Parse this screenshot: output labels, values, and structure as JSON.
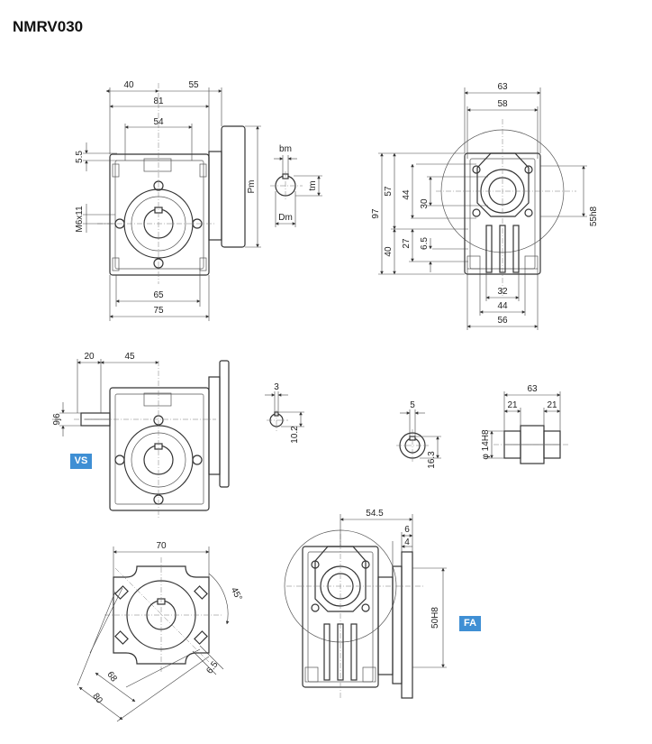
{
  "title": "NMRV030",
  "badges": {
    "vs": "VS",
    "fa": "FA"
  },
  "colors": {
    "badge": "#3f8fd4",
    "line": "#333333",
    "background": "#ffffff"
  },
  "dims": {
    "front": {
      "d40": "40",
      "d55": "55",
      "d81": "81",
      "d54": "54",
      "d5_5": "5.5",
      "m6x11": "M6x11",
      "pm": "Pm",
      "d65": "65",
      "d75": "75"
    },
    "shaft": {
      "bm": "bm",
      "tm": "tm",
      "dm": "Dm"
    },
    "side": {
      "d63": "63",
      "d58": "58",
      "d97": "97",
      "d57": "57",
      "d44v": "44",
      "d30": "30",
      "d40": "40",
      "d27": "27",
      "d6_5": "6.5",
      "d55h8": "55h8",
      "d32": "32",
      "d44": "44",
      "d56": "56"
    },
    "vs": {
      "d20": "20",
      "d45": "45",
      "d9j6": "9j6"
    },
    "key1": {
      "d3": "3",
      "d10_2": "10.2"
    },
    "key2": {
      "d5": "5",
      "d16_3": "16.3"
    },
    "hollow": {
      "d63": "63",
      "d21a": "21",
      "d21b": "21",
      "d14h8": "φ 14H8"
    },
    "flange": {
      "d70": "70",
      "d45deg": "45°",
      "d68": "68",
      "d80": "80",
      "d6_5": "6.5"
    },
    "fa": {
      "d54_5": "54.5",
      "d6": "6",
      "d4": "4",
      "d50h8": "50H8"
    }
  }
}
